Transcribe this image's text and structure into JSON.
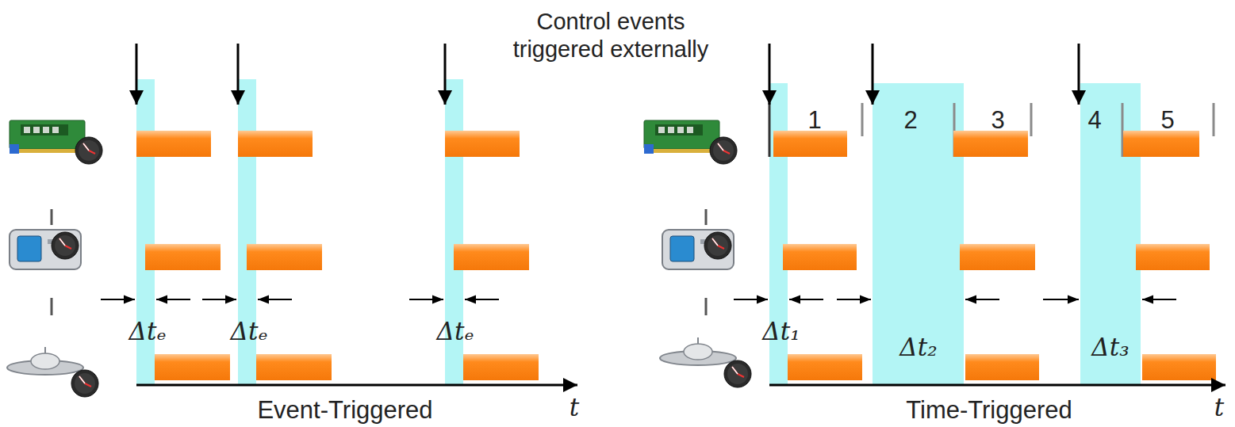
{
  "diagram": {
    "title": "Control events triggered externally",
    "labels": [
      "Δtₑ",
      "Δtₑ",
      "Δtₑ",
      "Δt₁",
      "Δt₂",
      "Δt₃",
      "Event-Triggered",
      "t",
      "Time-Triggered",
      "t",
      "1",
      "2",
      "3",
      "4",
      "5"
    ]
  }
}
